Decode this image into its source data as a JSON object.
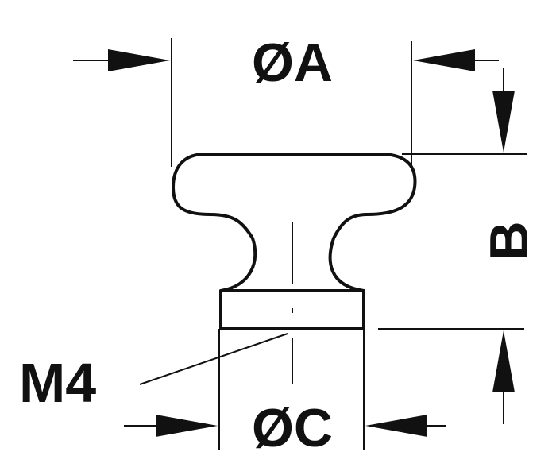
{
  "labels": {
    "dim_a": "ØA",
    "dim_b": "B",
    "dim_c": "ØC",
    "thread": "M4"
  },
  "colors": {
    "line": "#111111",
    "background": "#ffffff"
  }
}
